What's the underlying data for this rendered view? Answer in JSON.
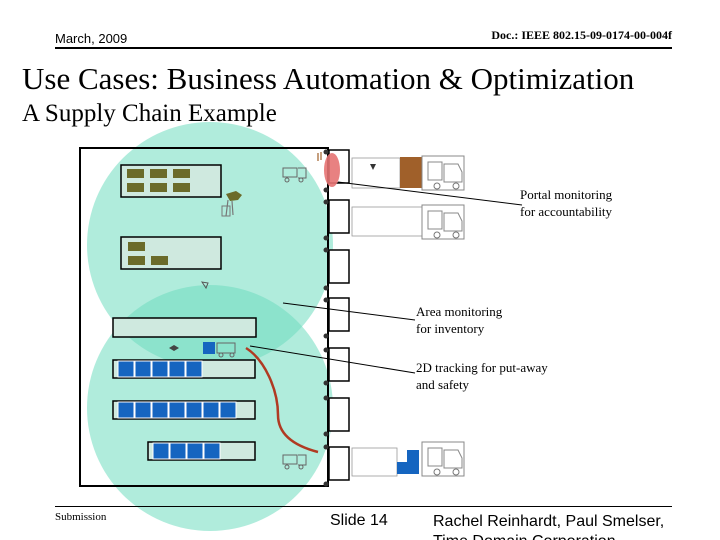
{
  "header": {
    "date": "March, 2009",
    "doc_id": "Doc.: IEEE 802.15-09-0174-00-004f"
  },
  "title": {
    "main": "Use Cases: Business Automation & Optimization",
    "subtitle": "A Supply Chain Example"
  },
  "callouts": {
    "portal": [
      "Portal monitoring",
      "for accountability"
    ],
    "area": [
      "Area monitoring",
      "for inventory"
    ],
    "tracking": [
      "2D tracking for put-away",
      "and safety"
    ]
  },
  "footer": {
    "submission": "Submission",
    "slide": "Slide 14",
    "authors": [
      "Rachel Reinhardt, Paul Smelser,",
      "Time Domain Corporation"
    ]
  },
  "colors": {
    "coverage": "#6fdcc0",
    "rack": "#cfe9df",
    "pallet_olive": "#6b6b2a",
    "pallet_blue": "#1565c0",
    "portal_marker": "#e57373",
    "truck_cargo": "#a0602a",
    "track_path": "#b03a22"
  }
}
